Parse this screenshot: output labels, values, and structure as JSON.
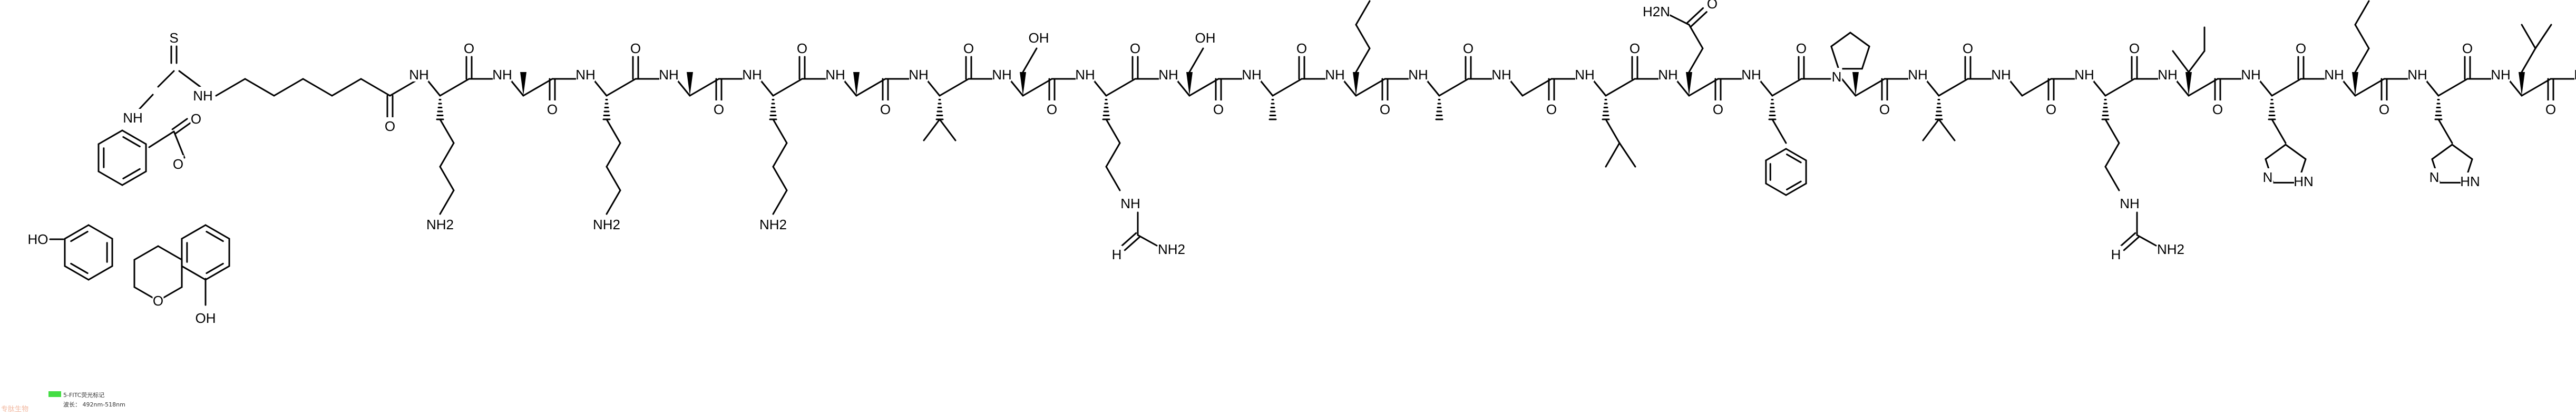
{
  "watermark": "专肽生物",
  "legend": {
    "swatch_color": "#44dd44",
    "label": "5-FITC荧光标记",
    "wavelength": "波长： 492nm-518nm"
  },
  "labels": {
    "S": "S",
    "NH": "NH",
    "H": "H",
    "N": "N",
    "O": "O",
    "HO": "HO",
    "OH": "OH",
    "NH2": "NH2",
    "NH_H2N": "H2N",
    "HN": "HN"
  },
  "colors": {
    "bond": "#000000",
    "accent_swatch": "#44dd44",
    "watermark": "#f2b8a0"
  }
}
